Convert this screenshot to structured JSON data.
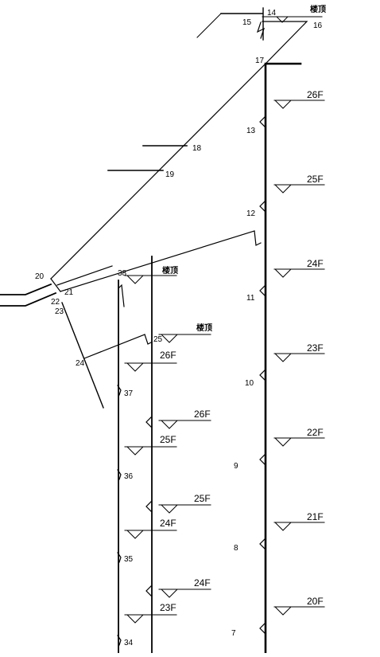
{
  "colors": {
    "line": "#000000",
    "background": "#ffffff"
  },
  "roof_labels": [
    "楼顶",
    "楼顶",
    "楼顶"
  ],
  "floor_labels": {
    "main_riser": [
      "26F",
      "25F",
      "24F",
      "23F",
      "22F",
      "21F",
      "20F"
    ],
    "branch_riser_upper": [
      "26F",
      "25F",
      "24F"
    ],
    "branch_riser_lower": [
      "26F",
      "25F",
      "24F",
      "23F"
    ]
  },
  "node_labels": [
    "14",
    "15",
    "16",
    "17",
    "18",
    "19",
    "20",
    "21",
    "22",
    "23",
    "24",
    "25",
    "38",
    "13",
    "12",
    "11",
    "10",
    "9",
    "8",
    "7",
    "37",
    "36",
    "35",
    "34"
  ]
}
